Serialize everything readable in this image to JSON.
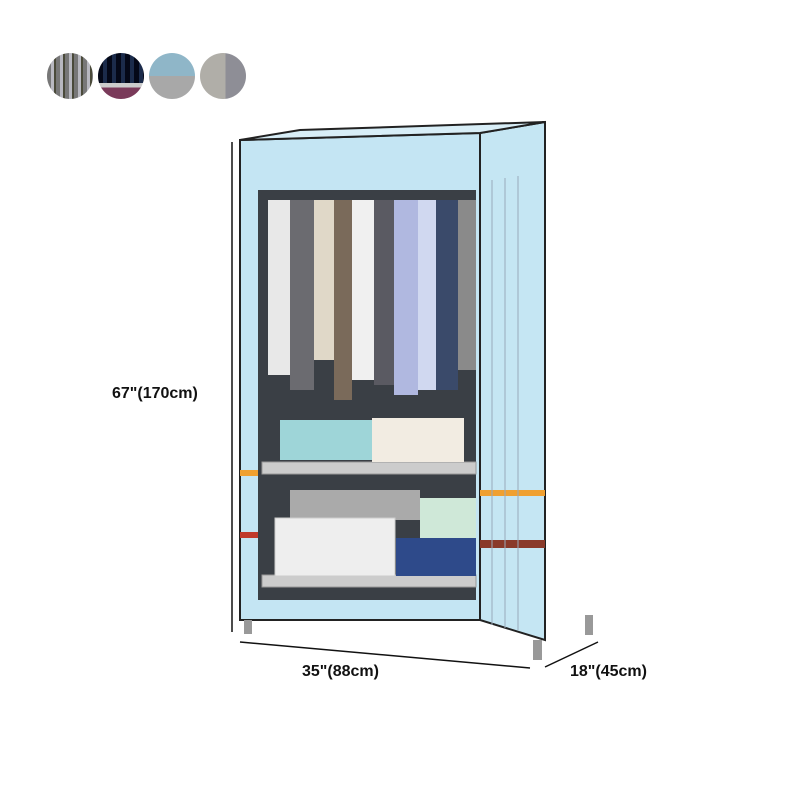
{
  "swatches": [
    {
      "name": "gray-stripe",
      "color": "#8a8a8a"
    },
    {
      "name": "navy-plaid",
      "color": "#2a3a5a"
    },
    {
      "name": "blue-cartoon",
      "color": "#9cb8c8"
    },
    {
      "name": "gray-marble",
      "color": "#a8a6a2"
    }
  ],
  "dimensions": {
    "height": "67\"(170cm)",
    "width": "35\"(88cm)",
    "depth": "18\"(45cm)"
  },
  "colors": {
    "cover": "#bfe3f2",
    "frame": "#222222",
    "stripe_orange": "#f0a030",
    "stripe_red": "#c0392b"
  }
}
